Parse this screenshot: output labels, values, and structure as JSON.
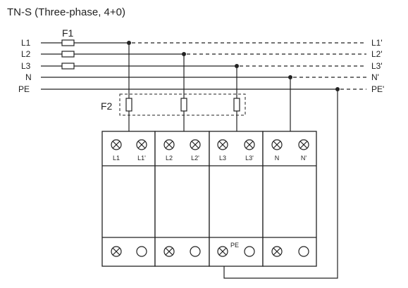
{
  "title": "TN-S (Three-phase, 4+0)",
  "fuse_labels": {
    "f1": "F1",
    "f2": "F2"
  },
  "lines_left": [
    "L1",
    "L2",
    "L3",
    "N",
    "PE"
  ],
  "lines_right": [
    "L1'",
    "L2'",
    "L3'",
    "N'",
    "PE'"
  ],
  "modules": [
    {
      "terminals": [
        "L1",
        "L1'"
      ]
    },
    {
      "terminals": [
        "L2",
        "L2'"
      ]
    },
    {
      "terminals": [
        "L3",
        "L3'"
      ]
    },
    {
      "terminals": [
        "N",
        "N'"
      ]
    }
  ],
  "pe_label": "PE"
}
